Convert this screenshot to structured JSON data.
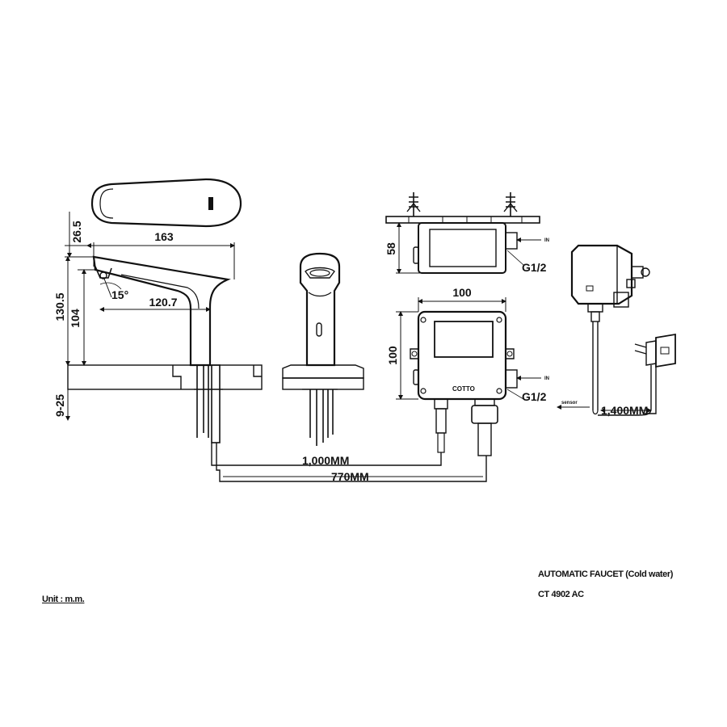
{
  "title_block": {
    "product_name": "AUTOMATIC FAUCET (Cold water)",
    "model": "CT 4902 AC",
    "unit": "Unit : m.m."
  },
  "dimensions": {
    "top_height": "26.5",
    "spout_length": "163",
    "total_height": "130.5",
    "spout_height": "104",
    "deck_thickness": "9-25",
    "spout_reach": "120.7",
    "spout_angle": "15°",
    "box_height_side": "58",
    "box_width": "100",
    "box_height": "100",
    "thread_top": "G1/2",
    "thread_bottom": "G1/2",
    "sensor_cable": "1,000MM",
    "hose_length": "770MM",
    "adapter_cable": "1,400MM"
  },
  "labels": {
    "inlet_top": "IN",
    "inlet_bottom": "IN",
    "sensor": "sensor",
    "brand": "COTTO"
  },
  "icons": {
    "faucet_top_view": "faucet-top-view-icon",
    "faucet_side_view": "faucet-side-view-icon",
    "faucet_front_view": "faucet-front-view-icon",
    "control_box": "control-box-icon",
    "solenoid_valve": "solenoid-valve-icon",
    "power_adapter": "power-adapter-icon"
  }
}
